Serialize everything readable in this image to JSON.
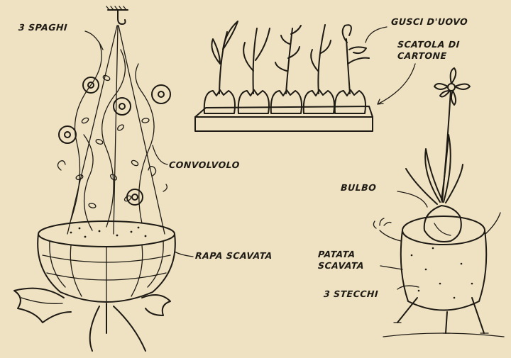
{
  "labels": {
    "tre_spaghi": "3 SPAGHI",
    "gusci_uovo": "GUSCI D'UOVO",
    "scatola_line1": "SCATOLA DI",
    "scatola_line2": "CARTONE",
    "convolvolo": "CONVOLVOLO",
    "bulbo": "BULBO",
    "patata_line1": "PATATA",
    "patata_line2": "SCAVATA",
    "rapa_scavata": "RAPA SCAVATA",
    "tre_stecchi": "3 STECCHI"
  },
  "colors": {
    "paper": "#efe2c2",
    "ink": "#1e1a14"
  },
  "illustrations": {
    "left": "hanging-turnip-planter",
    "top": "eggshell-seedling-box",
    "right": "potato-bulb-stand"
  }
}
